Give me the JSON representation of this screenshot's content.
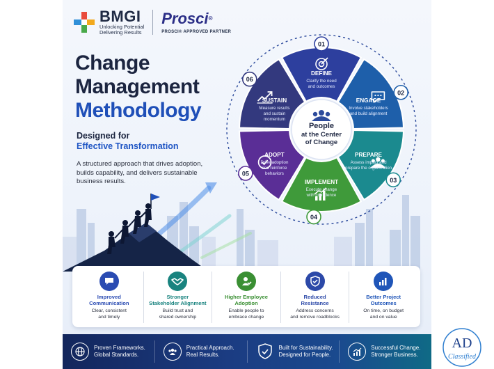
{
  "brand": {
    "bmgi": {
      "name": "BMGI",
      "tagline_1": "Unlocking Potential",
      "tagline_2": "Delivering Results"
    },
    "prosci": {
      "name": "Prosci",
      "reg": "®",
      "tagline": "PROSCI® APPROVED PARTNER"
    }
  },
  "title": {
    "line1": "Change",
    "line2": "Management",
    "line3": "Methodology"
  },
  "subtitle": {
    "line1": "Designed for",
    "line2": "Effective Transformation"
  },
  "description": "A structured approach that drives adoption, builds capability, and delivers sustainable business results.",
  "cycle": {
    "center": {
      "line1": "People",
      "line2": "at the Center",
      "line3": "of Change",
      "icon": "people-icon"
    },
    "phases": [
      {
        "num": "01",
        "name": "DEFINE",
        "line1": "Clarify the need",
        "line2": "and outcomes",
        "line3": "",
        "icon": "target-icon",
        "color": "#2d3f9e"
      },
      {
        "num": "02",
        "name": "ENGAGE",
        "line1": "Involve stakeholders",
        "line2": "and build alignment",
        "line3": "",
        "icon": "chat-icon",
        "color": "#1e5faa"
      },
      {
        "num": "03",
        "name": "PREPARE",
        "line1": "Assess impact and",
        "line2": "prepare the organization",
        "line3": "",
        "icon": "team-icon",
        "color": "#1b8a8f"
      },
      {
        "num": "04",
        "name": "IMPLEMENT",
        "line1": "Execute change",
        "line2": "with confidence",
        "line3": "",
        "icon": "growth-chart-icon",
        "color": "#3f9a3a"
      },
      {
        "num": "05",
        "name": "ADOPT",
        "line1": "Drive adoption",
        "line2": "and reinforce",
        "line3": "behaviors",
        "icon": "check-circle-icon",
        "color": "#5a2e96"
      },
      {
        "num": "06",
        "name": "SUSTAIN",
        "line1": "Measure results",
        "line2": "and sustain",
        "line3": "momentum",
        "icon": "trend-up-icon",
        "color": "#33397e"
      }
    ]
  },
  "benefits": [
    {
      "title1": "Improved",
      "title2": "Communication",
      "text1": "Clear, consistent",
      "text2": "and timely",
      "icon": "chat-icon",
      "color": "#2a4bb2"
    },
    {
      "title1": "Stronger",
      "title2": "Stakeholder Alignment",
      "text1": "Build trust and",
      "text2": "shared ownership",
      "icon": "handshake-icon",
      "color": "#19837f"
    },
    {
      "title1": "Higher Employee",
      "title2": "Adoption",
      "text1": "Enable people to",
      "text2": "embrace change",
      "icon": "user-check-icon",
      "color": "#3a8f33"
    },
    {
      "title1": "Reduced",
      "title2": "Resistance",
      "text1": "Address concerns",
      "text2": "and remove roadblocks",
      "icon": "shield-check-icon",
      "color": "#2c49a8"
    },
    {
      "title1": "Better Project",
      "title2": "Outcomes",
      "text1": "On time, on budget",
      "text2": "and on value",
      "icon": "bar-chart-icon",
      "color": "#1f55b8"
    }
  ],
  "footer": [
    {
      "line1": "Proven Frameworks.",
      "line2": "Global Standards.",
      "icon": "globe-icon"
    },
    {
      "line1": "Practical Approach.",
      "line2": "Real Results.",
      "icon": "people-gear-icon"
    },
    {
      "line1": "Built for Sustainability.",
      "line2": "Designed for People.",
      "icon": "shield-check-icon"
    },
    {
      "line1": "Successful Change.",
      "line2": "Stronger Business.",
      "icon": "growth-chart-icon"
    }
  ],
  "watermark": {
    "mark": "AD",
    "text": "Classified"
  }
}
